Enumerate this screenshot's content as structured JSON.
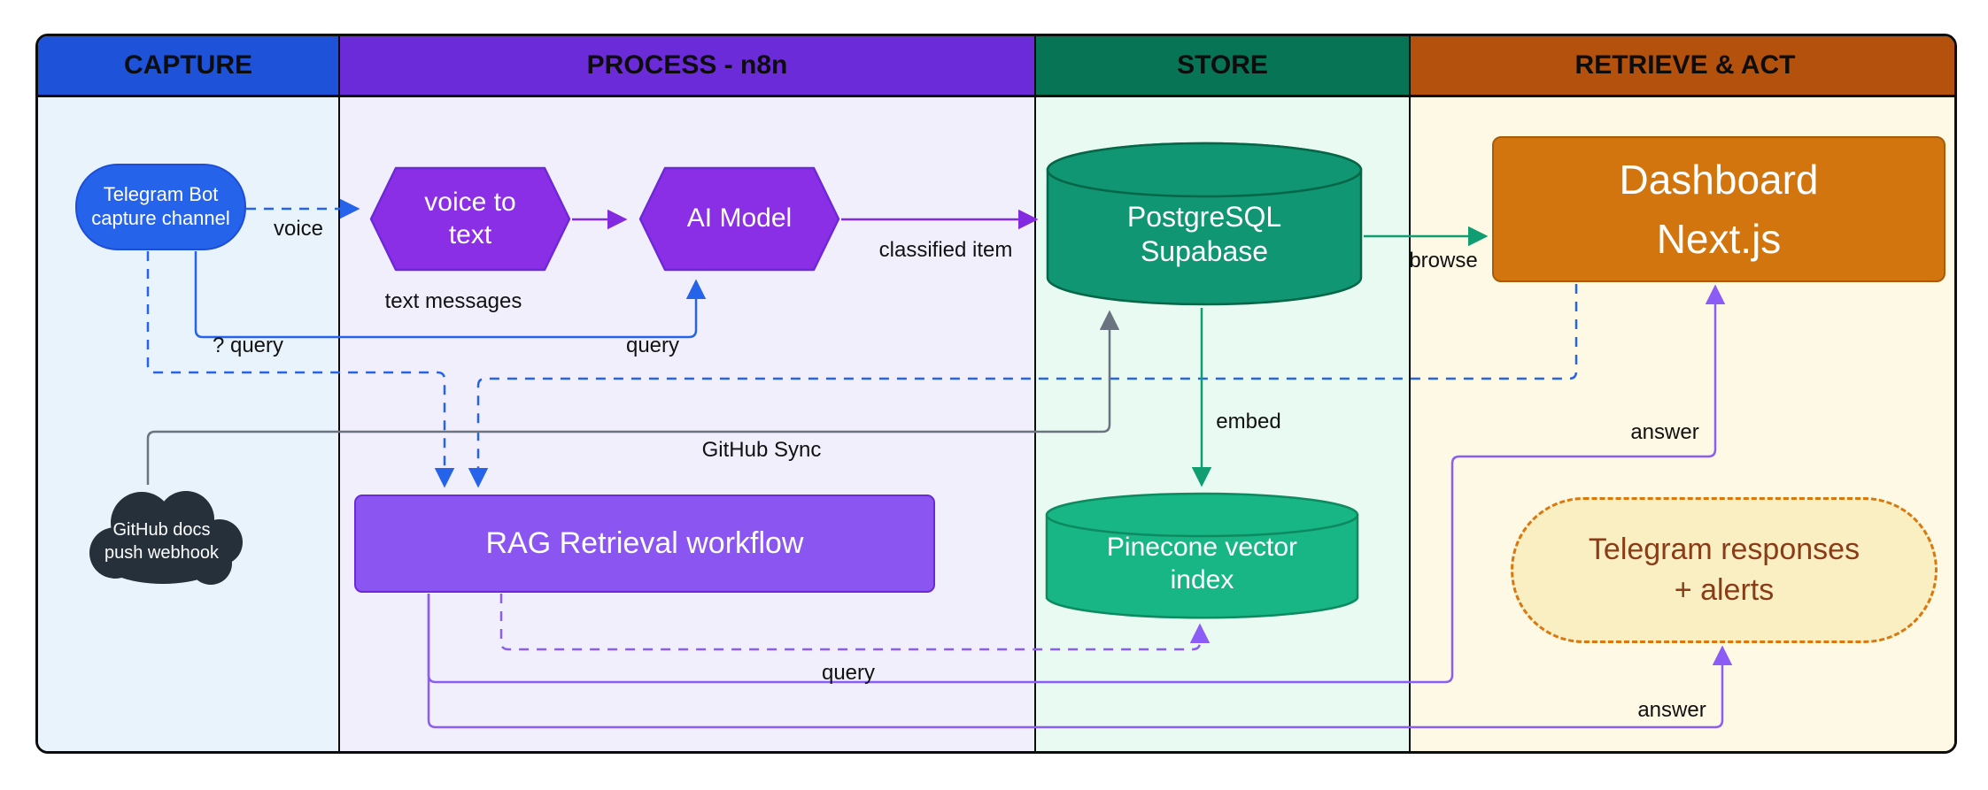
{
  "diagram": {
    "lanes": [
      {
        "id": "capture",
        "label": "CAPTURE"
      },
      {
        "id": "process",
        "label": "PROCESS - n8n"
      },
      {
        "id": "store",
        "label": "STORE"
      },
      {
        "id": "retrieve",
        "label": "RETRIEVE & ACT"
      }
    ],
    "nodes": {
      "telegram_bot": {
        "lines": [
          "Telegram Bot",
          "capture channel"
        ]
      },
      "voice_to_text": {
        "lines": [
          "voice to",
          "text"
        ]
      },
      "ai_model": {
        "lines": [
          "AI Model"
        ]
      },
      "postgresql": {
        "lines": [
          "PostgreSQL",
          "Supabase"
        ]
      },
      "dashboard": {
        "lines": [
          "Dashboard",
          "Next.js"
        ]
      },
      "github_docs": {
        "lines": [
          "GitHub docs",
          "push webhook"
        ]
      },
      "rag": {
        "lines": [
          "RAG Retrieval workflow"
        ]
      },
      "pinecone": {
        "lines": [
          "Pinecone vector",
          "index"
        ]
      },
      "telegram_responses": {
        "lines": [
          "Telegram responses",
          "+ alerts"
        ]
      }
    },
    "edge_labels": {
      "voice": "voice",
      "text_messages": "text messages",
      "query_question": "? query",
      "query_dashboard": "query",
      "classified_item": "classified item",
      "github_sync": "GitHub Sync",
      "embed": "embed",
      "browse": "browse",
      "query_rag": "query",
      "answer_dashboard": "answer",
      "answer_telegram": "answer"
    },
    "colors": {
      "lane_capture_header": "#1d52d9",
      "lane_process_header": "#6b2bd9",
      "lane_store_header": "#077456",
      "lane_retrieve_header": "#b4510c",
      "lane_capture_bg": "#e9f3fc",
      "lane_process_bg": "#f2effc",
      "lane_store_bg": "#e8faf1",
      "lane_retrieve_bg": "#fdf9e4",
      "node_blue": "#2563eb",
      "node_blue_border": "#1d4ed8",
      "node_purple": "#8b2fe6",
      "node_purple_border": "#6d28d9",
      "node_rag": "#8a55f0",
      "node_green": "#109672",
      "node_green_border": "#066648",
      "node_green_light": "#19b685",
      "node_green_light_border": "#0d8a60",
      "node_orange": "#d2750f",
      "node_orange_border": "#a85c09",
      "node_cream": "#faeec3",
      "node_cream_border": "#d9780f",
      "node_cream_text": "#8a3c16",
      "cloud": "#25303b",
      "edge_blue": "#2563eb",
      "edge_purple": "#8429e0",
      "edge_violet": "#8b5cf6",
      "edge_green": "#0f9d71",
      "edge_gray": "#6b7280",
      "label": "#111111"
    }
  }
}
